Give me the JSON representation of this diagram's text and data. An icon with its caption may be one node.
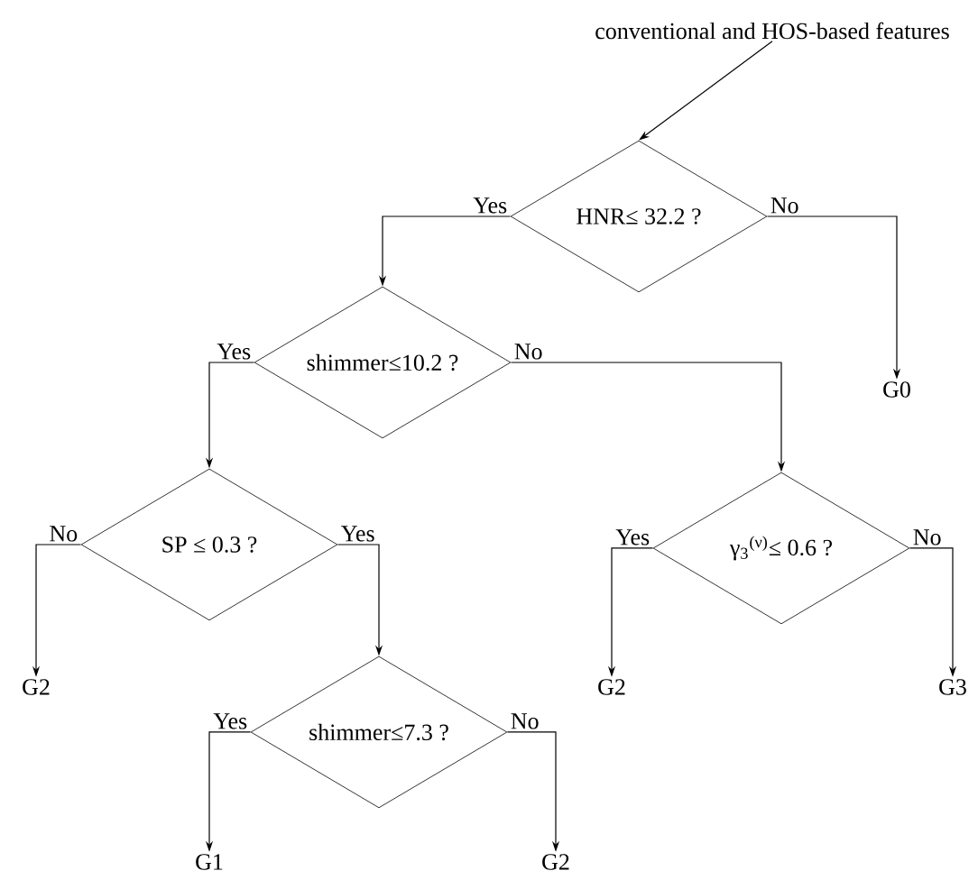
{
  "diagram": {
    "nodes": [
      {
        "text": [
          "conventional and HOS-based features"
        ]
      },
      {
        "text": [
          "HNR≤ 32.2 ?"
        ]
      },
      {
        "text": [
          "G0"
        ]
      },
      {
        "text": [
          "shimmer≤10.2 ?"
        ]
      },
      {
        "text": [
          "SP ≤ 0.3 ?"
        ]
      },
      {
        "text": [
          "G2"
        ]
      },
      {
        "text": [
          "shimmer≤7.3 ?"
        ]
      },
      {
        "text": [
          "G1"
        ]
      },
      {
        "text": [
          "G2"
        ]
      },
      {
        "text": [
          "γ$_{3}$$^{(ν)}$≤  0.6 ?"
        ]
      },
      {
        "text": [
          "G2"
        ]
      },
      {
        "text": [
          "G3"
        ]
      }
    ],
    "edges": [
      {
        "from": 0,
        "to": 1,
        "arrow": "to"
      },
      {
        "from": 1,
        "to": 3,
        "arrow": "to",
        "label": "Yes"
      },
      {
        "from": 1,
        "to": 2,
        "arrow": "to",
        "label": "No"
      },
      {
        "from": 3,
        "to": 4,
        "arrow": "to",
        "label": "Yes"
      },
      {
        "from": 3,
        "to": 9,
        "arrow": "to",
        "label": "No"
      },
      {
        "from": 4,
        "to": 5,
        "arrow": "to",
        "label": "No"
      },
      {
        "from": 4,
        "to": 6,
        "arrow": "to",
        "label": "Yes"
      },
      {
        "from": 6,
        "to": 7,
        "arrow": "to",
        "label": "Yes"
      },
      {
        "from": 6,
        "to": 8,
        "arrow": "to",
        "label": "No"
      },
      {
        "from": 9,
        "to": 10,
        "arrow": "to",
        "label": "Yes"
      },
      {
        "from": 9,
        "to": 11,
        "arrow": "to",
        "label": "No"
      }
    ]
  }
}
